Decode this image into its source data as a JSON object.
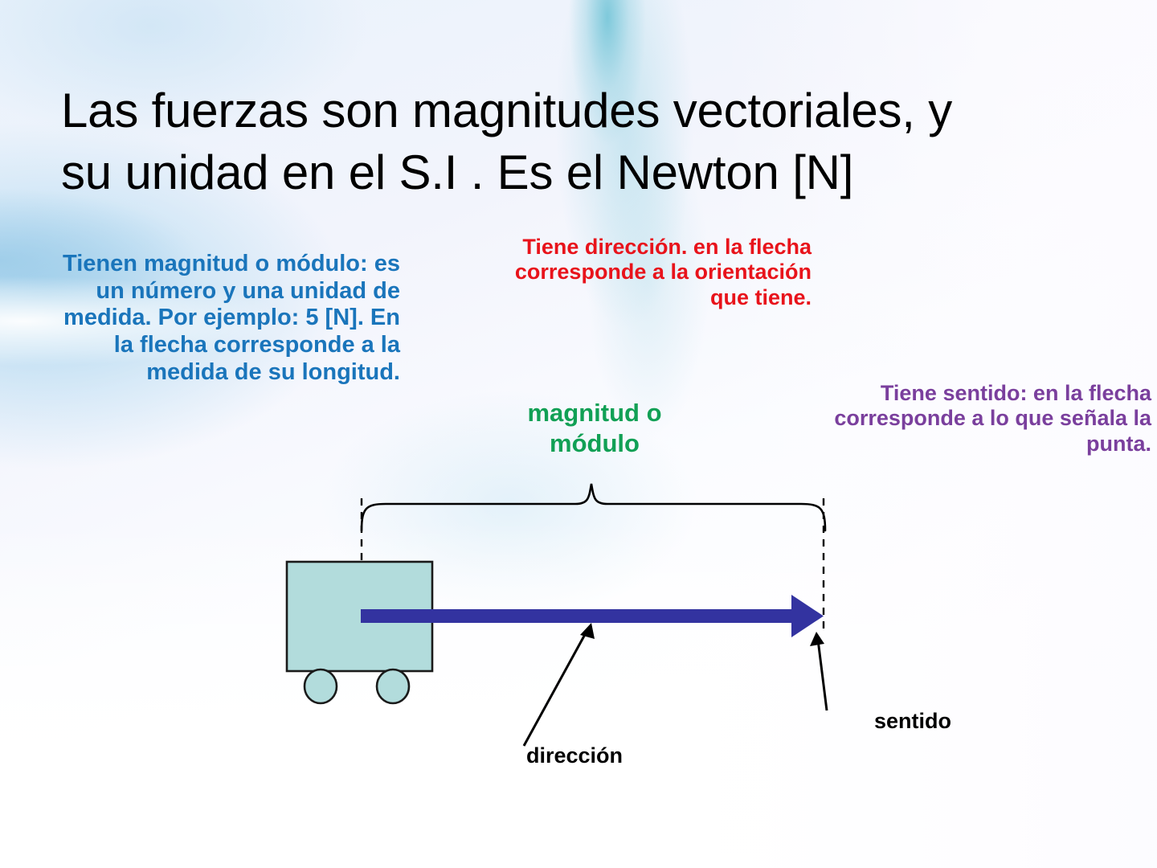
{
  "slide": {
    "title": "Las fuerzas son magnitudes vectoriales, y\nsu unidad en el S.I . Es el Newton [N]"
  },
  "callouts": {
    "magnitude": {
      "text": "Tienen magnitud o módulo: es un número y una unidad de medida. Por ejemplo: 5 [N]. En la flecha corresponde a la medida de su longitud.",
      "color": "#1a75bb"
    },
    "direction": {
      "text": "Tiene dirección. en la flecha corresponde a la orientación que tiene.",
      "color": "#e8131b"
    },
    "sense": {
      "text": "Tiene sentido: en la flecha corresponde a lo que señala la punta.",
      "color": "#7a3f9d"
    },
    "brace_label": {
      "text": "magnitud o\nmódulo",
      "color": "#11a055"
    }
  },
  "pointers": {
    "direction_label": "dirección",
    "sense_label": "sentido"
  },
  "diagram": {
    "cart_fill": "#b2dcdc",
    "cart_stroke": "#1a1a1a",
    "vector_color": "#3333a0",
    "guide_color": "#000000",
    "brace_color": "#000000"
  }
}
